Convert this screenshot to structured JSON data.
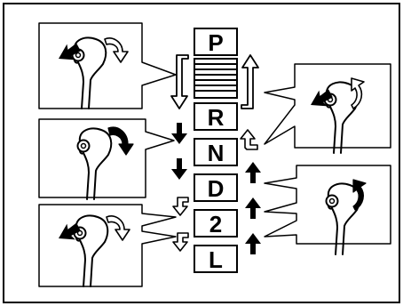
{
  "gears": [
    {
      "id": "p",
      "label": "P"
    },
    {
      "id": "r",
      "label": "R"
    },
    {
      "id": "n",
      "label": "N"
    },
    {
      "id": "d",
      "label": "D"
    },
    {
      "id": "2",
      "label": "2"
    },
    {
      "id": "l",
      "label": "L"
    }
  ],
  "colors": {
    "line": "#000000",
    "background": "#ffffff"
  },
  "callouts": [
    {
      "id": "p-release",
      "button_pressed": true,
      "lever_direction": "down",
      "arrow_style": "outline"
    },
    {
      "id": "r-to-n",
      "button_pressed": false,
      "lever_direction": "down",
      "arrow_style": "solid"
    },
    {
      "id": "d-to-l",
      "button_pressed": true,
      "lever_direction": "down",
      "arrow_style": "outline"
    },
    {
      "id": "n-to-p",
      "button_pressed": true,
      "lever_direction": "up",
      "arrow_style": "outline"
    },
    {
      "id": "l-to-n",
      "button_pressed": false,
      "lever_direction": "up",
      "arrow_style": "solid"
    }
  ]
}
